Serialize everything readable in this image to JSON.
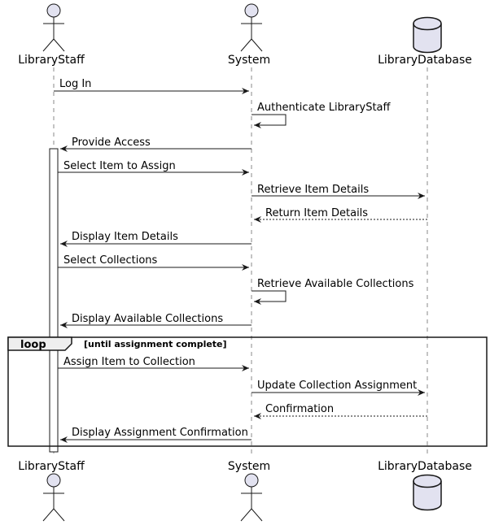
{
  "participants": [
    {
      "id": "staff",
      "name": "LibraryStaff",
      "kind": "actor"
    },
    {
      "id": "system",
      "name": "System",
      "kind": "actor"
    },
    {
      "id": "db",
      "name": "LibraryDatabase",
      "kind": "database"
    }
  ],
  "messages": [
    {
      "label": "Log In",
      "from": "staff",
      "to": "system",
      "style": "solid"
    },
    {
      "label": "Authenticate LibraryStaff",
      "from": "system",
      "to": "system",
      "style": "solid"
    },
    {
      "label": "Provide Access",
      "from": "system",
      "to": "staff",
      "style": "solid"
    },
    {
      "label": "Select Item to Assign",
      "from": "staff",
      "to": "system",
      "style": "solid"
    },
    {
      "label": "Retrieve Item Details",
      "from": "system",
      "to": "db",
      "style": "solid"
    },
    {
      "label": "Return Item Details",
      "from": "db",
      "to": "system",
      "style": "dashed"
    },
    {
      "label": "Display Item Details",
      "from": "system",
      "to": "staff",
      "style": "solid"
    },
    {
      "label": "Select Collections",
      "from": "staff",
      "to": "system",
      "style": "solid"
    },
    {
      "label": "Retrieve Available Collections",
      "from": "system",
      "to": "system",
      "style": "solid"
    },
    {
      "label": "Display Available Collections",
      "from": "system",
      "to": "staff",
      "style": "solid"
    },
    {
      "label": "Assign Item to Collection",
      "from": "staff",
      "to": "system",
      "style": "solid"
    },
    {
      "label": "Update Collection Assignment",
      "from": "system",
      "to": "db",
      "style": "solid"
    },
    {
      "label": "Confirmation",
      "from": "db",
      "to": "system",
      "style": "dashed"
    },
    {
      "label": "Display Assignment Confirmation",
      "from": "system",
      "to": "staff",
      "style": "solid"
    }
  ],
  "loop": {
    "keyword": "loop",
    "condition": "[until assignment complete]"
  },
  "colors": {
    "participant_fill": "#e2e2f0",
    "line": "#181818",
    "lifeline": "#888888",
    "activation_fill": "#ffffff"
  }
}
